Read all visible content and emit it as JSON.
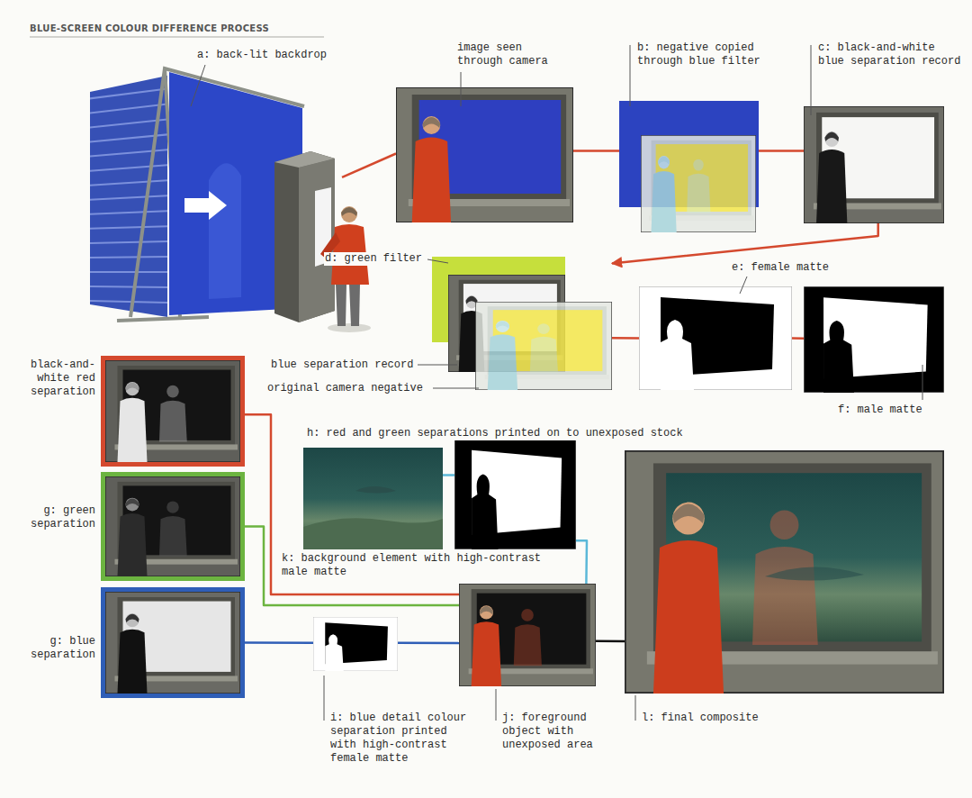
{
  "diagram": {
    "title": "BLUE-SCREEN COLOUR DIFFERENCE PROCESS",
    "nodes": [
      {
        "text": [
          "a: back-lit backdrop"
        ]
      },
      {
        "text": [
          "image seen through camera"
        ]
      },
      {
        "text": [
          "b: negative copied through blue filter"
        ]
      },
      {
        "text": [
          "c: black-and-white blue separation record"
        ]
      },
      {
        "text": [
          "d: green filter",
          "blue separation record",
          "original camera negative"
        ]
      },
      {
        "text": [
          "e: female matte"
        ]
      },
      {
        "text": [
          "f: male matte"
        ]
      },
      {
        "text": [
          "black-and-white red separation"
        ]
      },
      {
        "text": [
          "g: green separation"
        ]
      },
      {
        "text": [
          "g: blue separation"
        ]
      },
      {
        "text": [
          "h: red and green separations printed on to unexposed stock"
        ]
      },
      {
        "text": [
          "k: background element with high-contrast male matte"
        ]
      },
      {
        "text": [
          "i: blue detail colour separation printed with high-contrast female matte"
        ]
      },
      {
        "text": [
          "j: foreground object with unexposed area"
        ]
      },
      {
        "text": [
          "l: final composite"
        ]
      }
    ],
    "edges": [
      {
        "from": 0,
        "to": 1,
        "arrow": "none"
      },
      {
        "from": 1,
        "to": 2,
        "arrow": "none"
      },
      {
        "from": 2,
        "to": 3,
        "arrow": "none"
      },
      {
        "from": 3,
        "to": 4,
        "arrow": "to"
      },
      {
        "from": 4,
        "to": 5,
        "arrow": "none"
      },
      {
        "from": 5,
        "to": 6,
        "arrow": "none"
      },
      {
        "from": 7,
        "to": 13,
        "arrow": "none"
      },
      {
        "from": 8,
        "to": 13,
        "arrow": "none"
      },
      {
        "from": 9,
        "to": 12,
        "arrow": "none"
      },
      {
        "from": 12,
        "to": 13,
        "arrow": "none"
      },
      {
        "from": 10,
        "to": 11,
        "arrow": "none"
      },
      {
        "from": 11,
        "to": 13,
        "arrow": "none"
      },
      {
        "from": 13,
        "to": 14,
        "arrow": "none"
      }
    ]
  }
}
